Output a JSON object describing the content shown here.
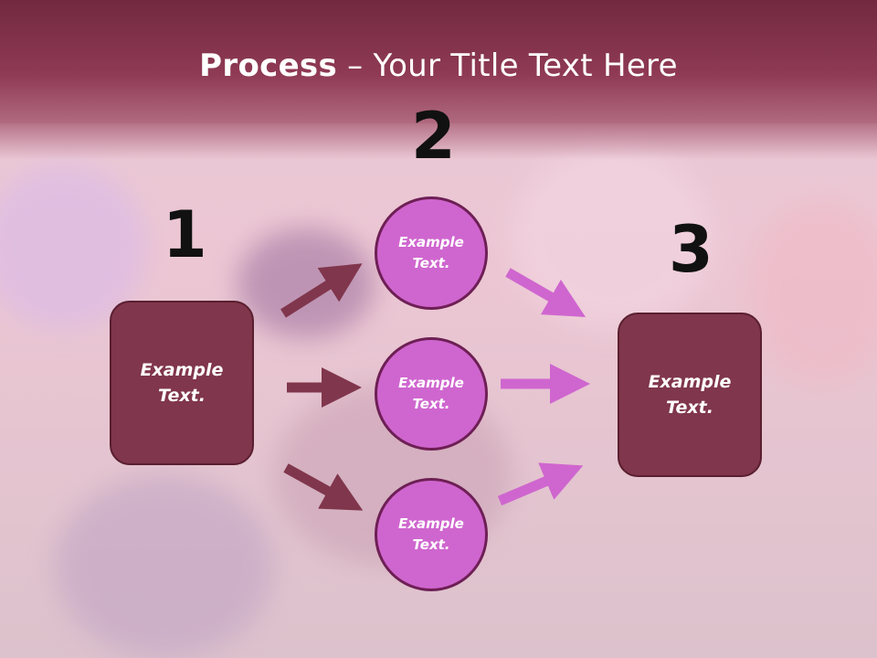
{
  "title": {
    "bold": "Process",
    "rest": " – Your Title Text Here"
  },
  "steps": [
    {
      "number": "1",
      "text": "Example Text."
    },
    {
      "number": "2",
      "items": [
        {
          "text": "Example Text."
        },
        {
          "text": "Example Text."
        },
        {
          "text": "Example Text."
        }
      ]
    },
    {
      "number": "3",
      "text": "Example Text."
    }
  ],
  "colors": {
    "box": "#80364c",
    "circle": "#cf66cf",
    "arrow_left": "#80364c",
    "arrow_right": "#cf66cf",
    "title_band": "#8f3a55"
  }
}
